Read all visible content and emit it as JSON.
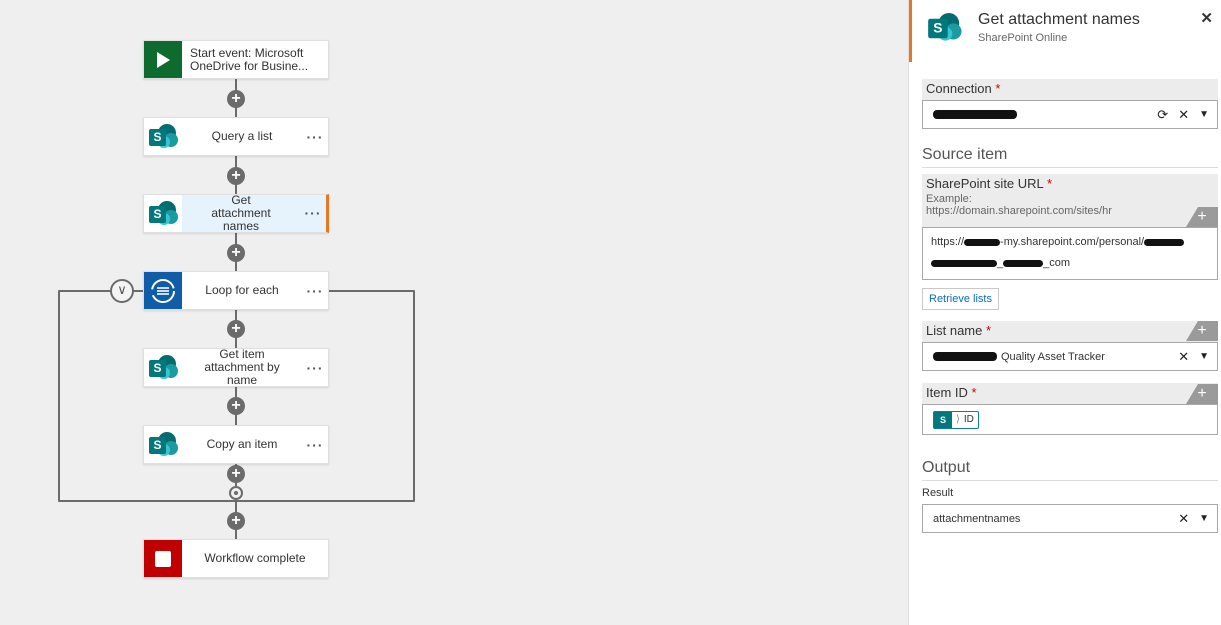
{
  "workflow": {
    "nodes": [
      {
        "id": "start",
        "label": "Start event: Microsoft OneDrive for Busine...",
        "icon": "play-icon"
      },
      {
        "id": "query",
        "label": "Query a list",
        "icon": "sharepoint-icon"
      },
      {
        "id": "getnames",
        "label": "Get attachment names",
        "icon": "sharepoint-icon",
        "selected": true
      },
      {
        "id": "loop",
        "label": "Loop for each",
        "icon": "loop-icon"
      },
      {
        "id": "getitem",
        "label": "Get item attachment by name",
        "icon": "sharepoint-icon"
      },
      {
        "id": "copy",
        "label": "Copy an item",
        "icon": "sharepoint-icon"
      },
      {
        "id": "end",
        "label": "Workflow complete",
        "icon": "stop-icon"
      }
    ],
    "menu_glyph": "···",
    "colors": {
      "selected_accent": "#e87722",
      "start": "#0d6b2d",
      "stop": "#c00000",
      "loop": "#0f5ca8",
      "sharepoint": "#03787c"
    }
  },
  "panel": {
    "title": "Get attachment names",
    "subtitle": "SharePoint Online",
    "close_glyph": "✕",
    "connection": {
      "label": "Connection",
      "required_mark": "*"
    },
    "source_section": "Source item",
    "site_url": {
      "label": "SharePoint site URL",
      "required_mark": "*",
      "example_label": "Example:",
      "example_value": "https://domain.sharepoint.com/sites/hr",
      "value_line1_prefix": "https://",
      "value_line1_mid": "-my.sharepoint.com/personal/",
      "value_line2_mid": "_",
      "value_line2_suffix": "_com"
    },
    "retrieve_button": "Retrieve lists",
    "list_name": {
      "label": "List name",
      "required_mark": "*",
      "value": "Quality Asset Tracker"
    },
    "item_id": {
      "label": "Item ID",
      "required_mark": "*",
      "token_label": "ID",
      "token_icon": "S"
    },
    "output_section": "Output",
    "result": {
      "label": "Result",
      "value": "attachmentnames"
    }
  }
}
